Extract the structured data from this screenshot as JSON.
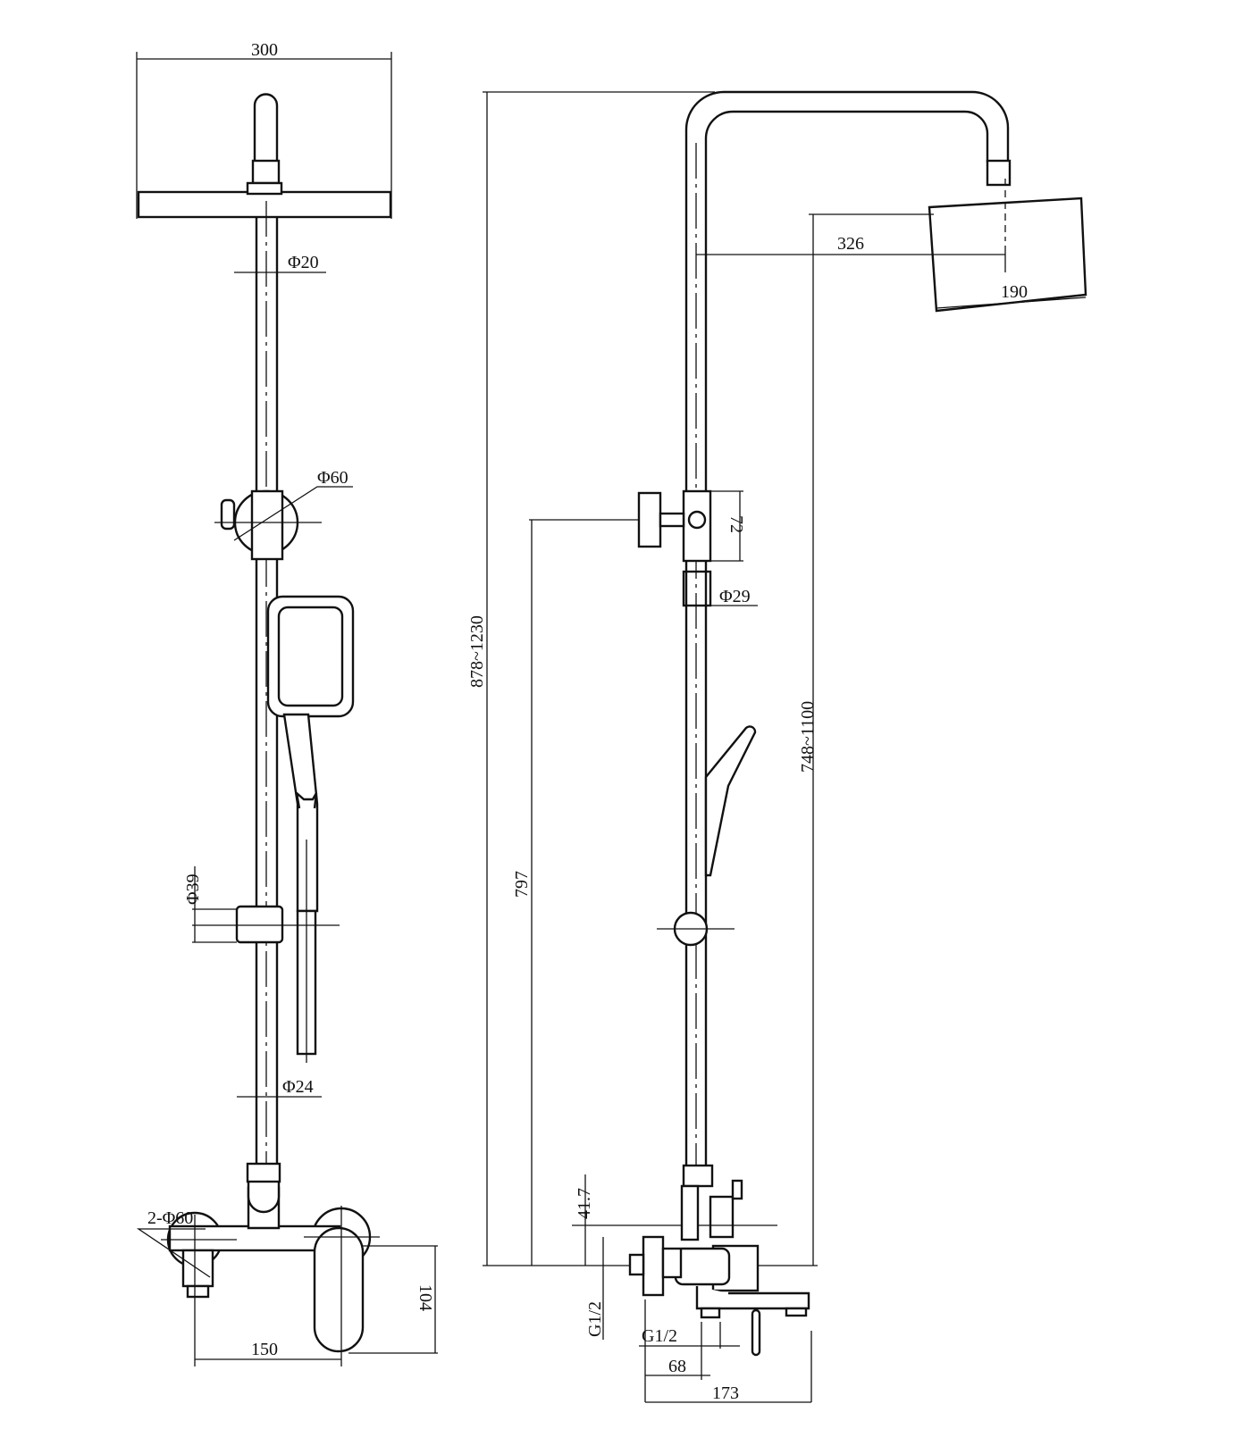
{
  "title": "Shower column technical drawing",
  "front_view": {
    "overall_width": "300",
    "pipe_diameter_upper": "Φ20",
    "diverter_diameter": "Φ60",
    "slider_diameter": "Φ39",
    "pipe_diameter_lower": "Φ24",
    "escutcheon": "2-Φ60",
    "mixer_height": "104",
    "inlet_spacing": "150"
  },
  "side_view": {
    "total_height": "878~1230",
    "diverter_height": "797",
    "arm_reach": "326",
    "head_size": "190",
    "head_height": "748~1100",
    "diverter_body": "72",
    "pipe_diameter": "Φ29",
    "spout_offset": "41.7",
    "inlet_thread": "G1/2",
    "outlet_thread": "G1/2",
    "inlet_depth": "68",
    "spout_reach": "173"
  }
}
